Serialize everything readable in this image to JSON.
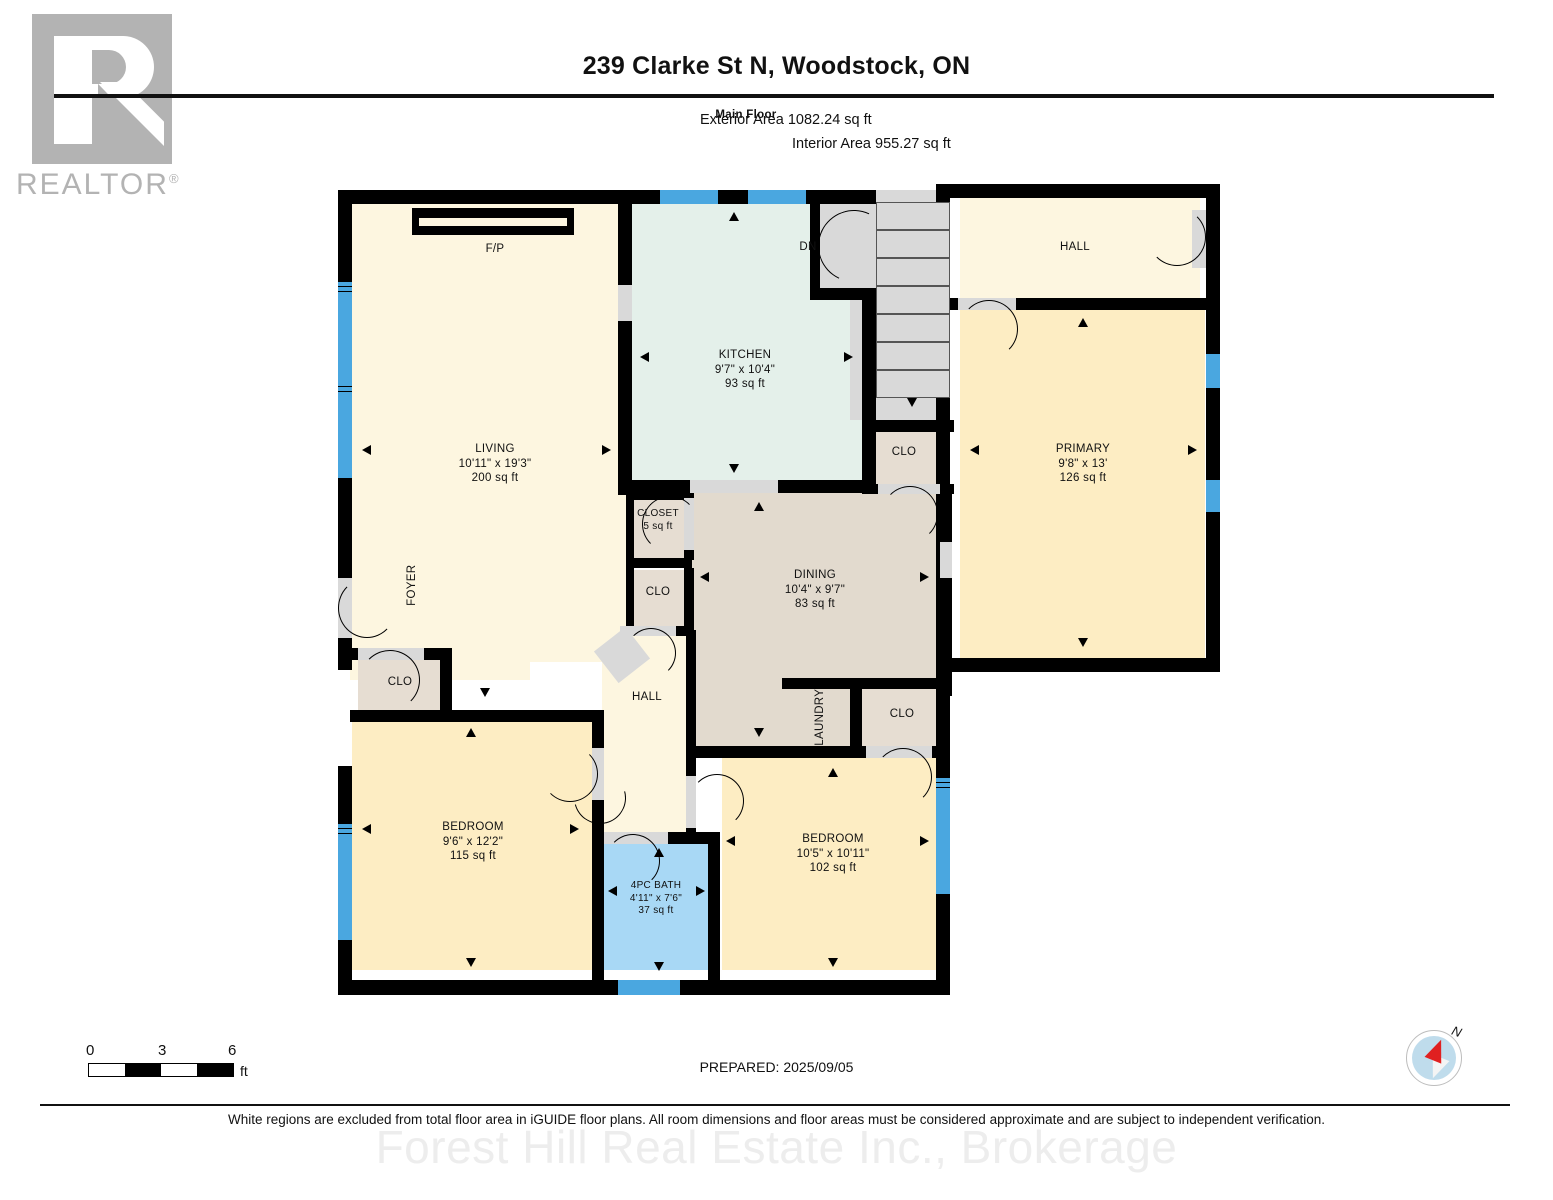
{
  "brand": {
    "logo_text": "REALTOR",
    "registered_mark": "®"
  },
  "header": {
    "title": "239 Clarke St N, Woodstock, ON",
    "floor_label": "Main Floor",
    "exterior_area": "Exterior Area 1082.24 sq ft",
    "interior_area": "Interior Area 955.27 sq ft"
  },
  "rooms": {
    "fp": {
      "name": "F/P"
    },
    "living": {
      "name": "LIVING",
      "dims": "10'11\" x 19'3\"",
      "area": "200 sq ft"
    },
    "foyer": {
      "name": "FOYER"
    },
    "kitchen": {
      "name": "KITCHEN",
      "dims": "9'7\" x 10'4\"",
      "area": "93 sq ft"
    },
    "dn": {
      "name": "DN"
    },
    "hall_top": {
      "name": "HALL"
    },
    "primary": {
      "name": "PRIMARY",
      "dims": "9'8\" x 13'",
      "area": "126 sq ft"
    },
    "clo_stair": {
      "name": "CLO"
    },
    "closet": {
      "name": "CLOSET",
      "area": "5 sq ft"
    },
    "clo_mid": {
      "name": "CLO"
    },
    "clo_left": {
      "name": "CLO"
    },
    "clo_laun": {
      "name": "CLO"
    },
    "dining": {
      "name": "DINING",
      "dims": "10'4\" x 9'7\"",
      "area": "83 sq ft"
    },
    "laundry": {
      "name": "LAUNDRY"
    },
    "hall_mid": {
      "name": "HALL"
    },
    "bed_left": {
      "name": "BEDROOM",
      "dims": "9'6\" x 12'2\"",
      "area": "115 sq ft"
    },
    "bath": {
      "name": "4PC BATH",
      "dims": "4'11\" x 7'6\"",
      "area": "37 sq ft"
    },
    "bed_right": {
      "name": "BEDROOM",
      "dims": "10'5\" x 10'11\"",
      "area": "102 sq ft"
    }
  },
  "scale": {
    "t0": "0",
    "t1": "3",
    "t2": "6",
    "unit": "ft"
  },
  "footer": {
    "prepared": "PREPARED: 2025/09/05",
    "compass_n": "N",
    "disclaimer": "White regions are excluded from total floor area in iGUIDE floor plans. All room dimensions and floor areas must be considered approximate and are subject to independent verification.",
    "watermark": "Forest Hill Real Estate Inc., Brokerage"
  },
  "colors": {
    "wall": "#000000",
    "window": "#4aa7e0",
    "living": "#fdf6e0",
    "kitchen": "#e4f0ea",
    "dining": "#e2dace",
    "bedroom": "#fdedc3",
    "bath": "#a8d8f5",
    "closet": "#e6ddd2",
    "door": "#d9d9d9",
    "logo_gray": "#b3b3b3",
    "watermark_gray": "#ededed"
  }
}
